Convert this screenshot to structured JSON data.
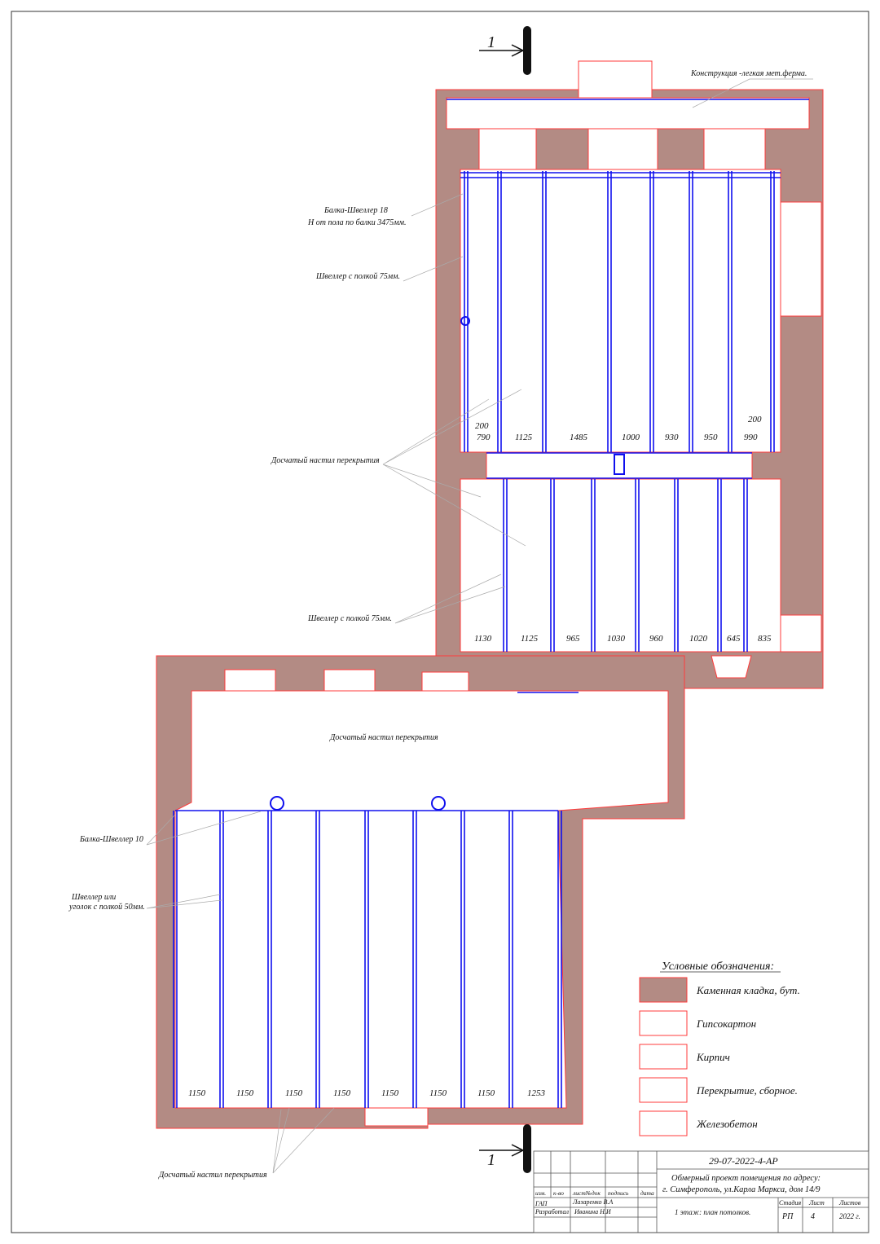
{
  "section_mark": "1",
  "labels": {
    "roof_truss": "Конструкция -легкая мет.ферма.",
    "beam_ch18_line1": "Балка-Швеллер 18",
    "beam_ch18_line2": "Н от пола по балки 3475мм.",
    "channel_75_upper": "Швеллер с полкой 75мм.",
    "deck_upper": "Досчатый настил перекрытия",
    "channel_75_lower": "Швеллер с полкой 75мм.",
    "deck_middle": "Досчатый настил перекрытия",
    "beam_ch10": "Балка-Швеллер 10",
    "channel_50_line1": "Швеллер или",
    "channel_50_line2": "уголок с полкой 50мм.",
    "deck_bottom": "Досчатый настил перекрытия"
  },
  "dimensions": {
    "upper_room": [
      "790",
      "1125",
      "1485",
      "1000",
      "930",
      "950",
      "990"
    ],
    "upper_room_extra": [
      "200",
      "200"
    ],
    "middle_room": [
      "1130",
      "1125",
      "965",
      "1030",
      "960",
      "1020",
      "645",
      "835"
    ],
    "lower_room": [
      "1150",
      "1150",
      "1150",
      "1150",
      "1150",
      "1150",
      "1150",
      "1253"
    ]
  },
  "legend": {
    "title": "Условные обозначения:",
    "items": [
      {
        "label": "Каменная кладка, бут.",
        "color": "#b38b84"
      },
      {
        "label": "Гипсокартон",
        "color": "#ffffff"
      },
      {
        "label": "Кирпич",
        "color": "#ffffff"
      },
      {
        "label": "Перекрытие, сборное.",
        "color": "#ffffff"
      },
      {
        "label": "Железобетон",
        "color": "#ffffff"
      }
    ]
  },
  "title_block": {
    "code": "29-07-2022-4-АР",
    "project_line1": "Обмерный проект помещения по адресу:",
    "project_line2": "г. Симферополь, ул.Карла Маркса, дом 14/9",
    "headers": [
      "изм.",
      "к-во",
      "лист№док",
      "подпись",
      "дата"
    ],
    "roles": [
      {
        "role": "ГАП",
        "name": "Лазаренко В.А"
      },
      {
        "role": "Разработал",
        "name": "Иванина Н.И"
      }
    ],
    "sheet_title": "1 этаж: план потолков.",
    "stage_label": "Стадия",
    "sheet_label": "Лист",
    "sheets_label": "Листов",
    "stage": "РП",
    "sheet": "4",
    "sheets": "2022 г."
  }
}
